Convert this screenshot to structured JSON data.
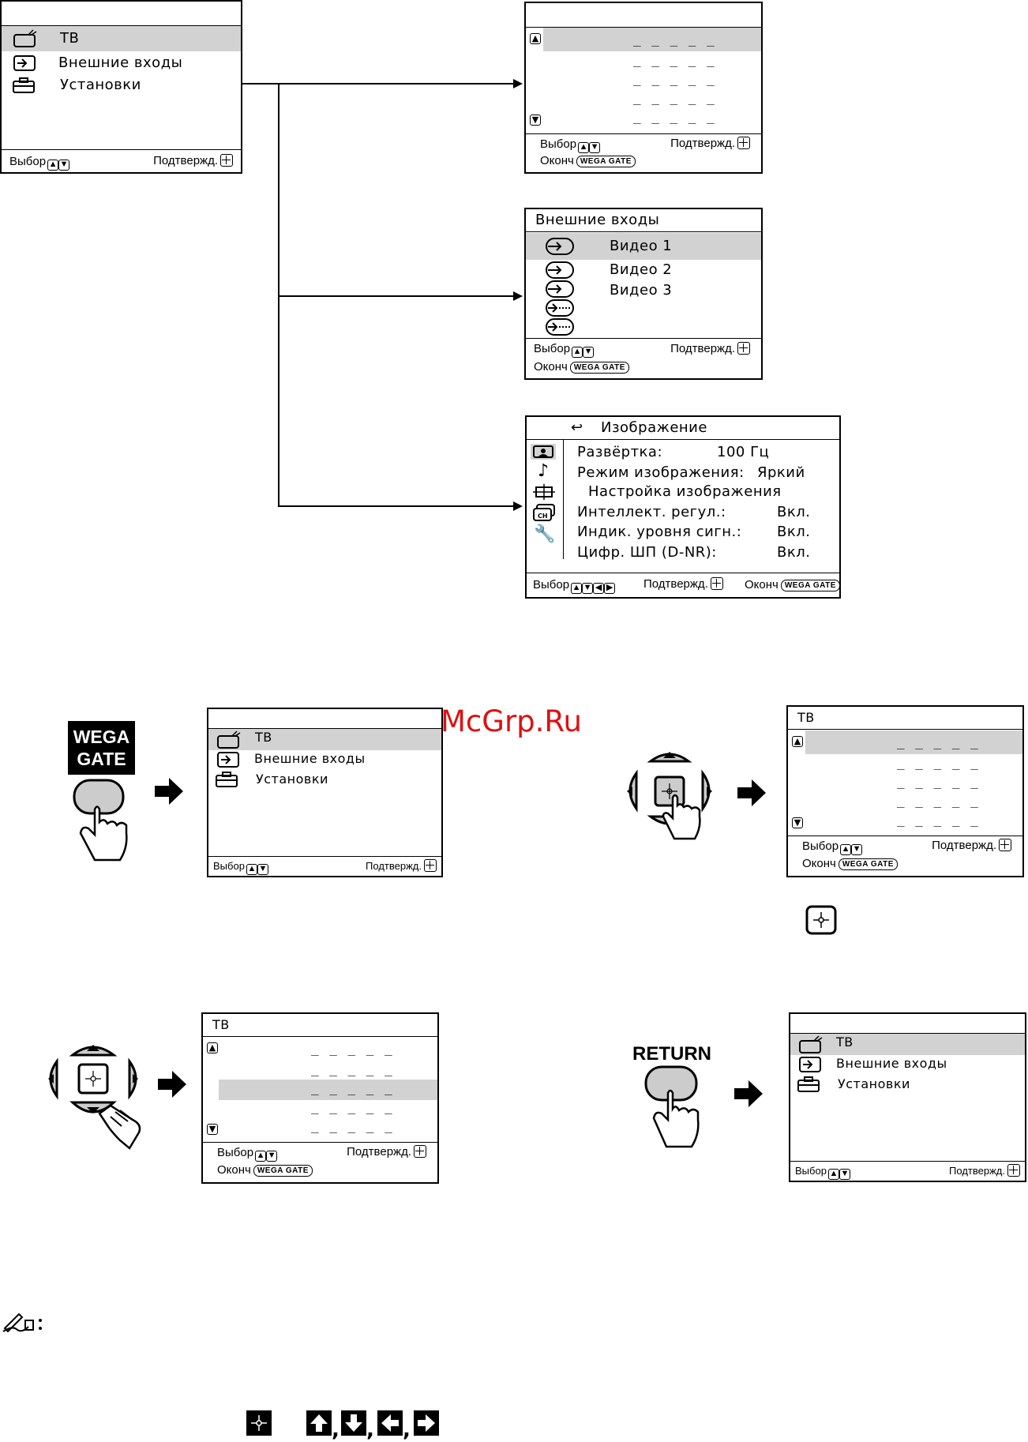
{
  "common": {
    "tv": "ТВ",
    "ext": "Внешние входы",
    "setup": "Установки",
    "select": "Выбор",
    "confirm": "Подтвержд.",
    "end": "Оконч",
    "wega_gate_badge": "WEGA GATE",
    "dashes": "_ _ _ _ _"
  },
  "ext_menu": {
    "title": "Внешние входы",
    "items": [
      "Видео 1",
      "Видео 2",
      "Видео 3"
    ]
  },
  "picture_menu": {
    "title": "Изображение",
    "rows": [
      {
        "label": "Развёртка:",
        "value": "100 Гц"
      },
      {
        "label": "Режим изображения:",
        "value": "Яркий"
      },
      {
        "label": "Настройка изображения",
        "value": ""
      },
      {
        "label": "Интеллект. регул.:",
        "value": "Вкл."
      },
      {
        "label": "Индик. уровня сигн.:",
        "value": "Вкл."
      },
      {
        "label": "Цифр. ШП (D-NR):",
        "value": "Вкл."
      }
    ],
    "sidebar_icons": [
      "picture-icon",
      "music-note-icon",
      "screen-adjust-icon",
      "channel-icon",
      "wrench-icon"
    ]
  },
  "remote": {
    "wega_line1": "WEGA",
    "wega_line2": "GATE",
    "return_label": "RETURN"
  },
  "watermark": "McGrp.Ru"
}
